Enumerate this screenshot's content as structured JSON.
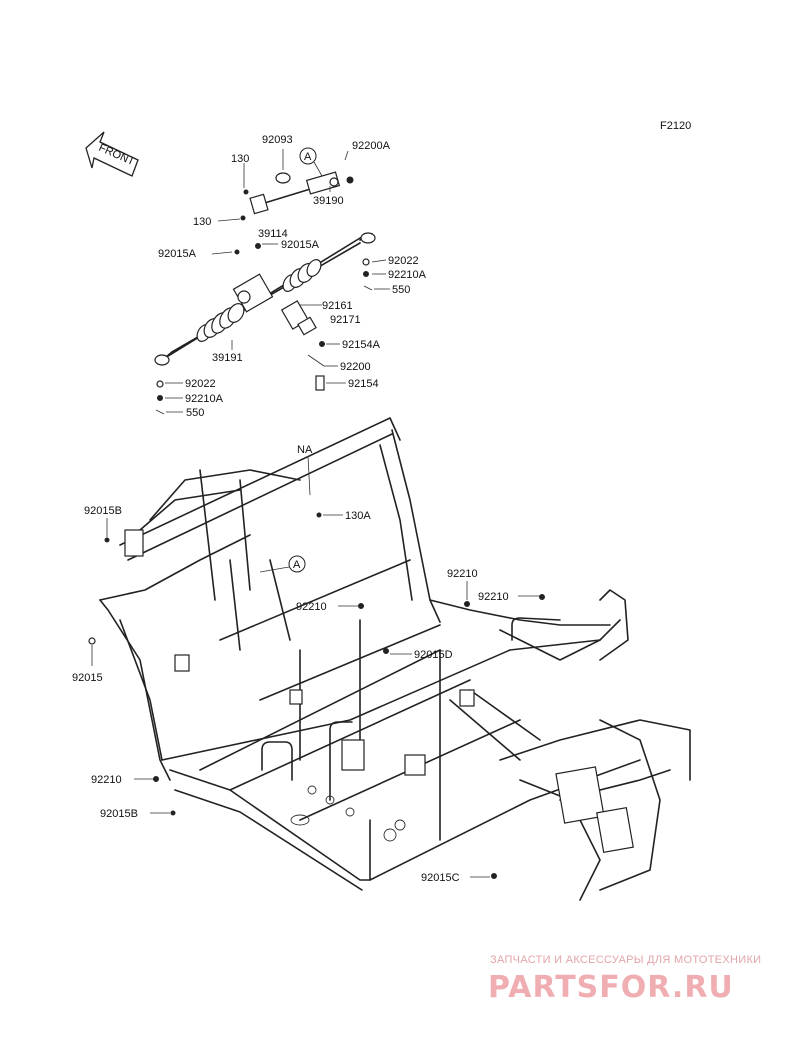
{
  "figure_code": "F2120",
  "front_label": "FRONT",
  "callout_letter": "A",
  "labels": {
    "p92093": "92093",
    "p130_a": "130",
    "p130_b": "130",
    "p92200A": "92200A",
    "p39190": "39190",
    "p39114": "39114",
    "p92015A_left": "92015A",
    "p92015A_right": "92015A",
    "p92022_top": "92022",
    "p92210A_top": "92210A",
    "p550_top": "550",
    "p92161": "92161",
    "p92171": "92171",
    "p92154A": "92154A",
    "p39191": "39191",
    "p92200": "92200",
    "p92022_bot": "92022",
    "p92154": "92154",
    "p92210A_bot": "92210A",
    "p550_bot": "550",
    "pNA": "NA",
    "p92015B_top": "92015B",
    "p130A": "130A",
    "p92210_a": "92210",
    "p92210_b": "92210",
    "p92210_c": "92210",
    "p92015D": "92015D",
    "p92015": "92015",
    "p92210_d": "92210",
    "p92015B_bot": "92015B",
    "p92015C": "92015C"
  },
  "watermark": {
    "tagline": "ЗАПЧАСТИ И АКСЕССУАРЫ ДЛЯ МОТОТЕХНИКИ",
    "logo": "PARTSFOR.RU"
  },
  "colors": {
    "line": "#222222",
    "watermark": "#f0aeb2",
    "background": "#ffffff"
  }
}
